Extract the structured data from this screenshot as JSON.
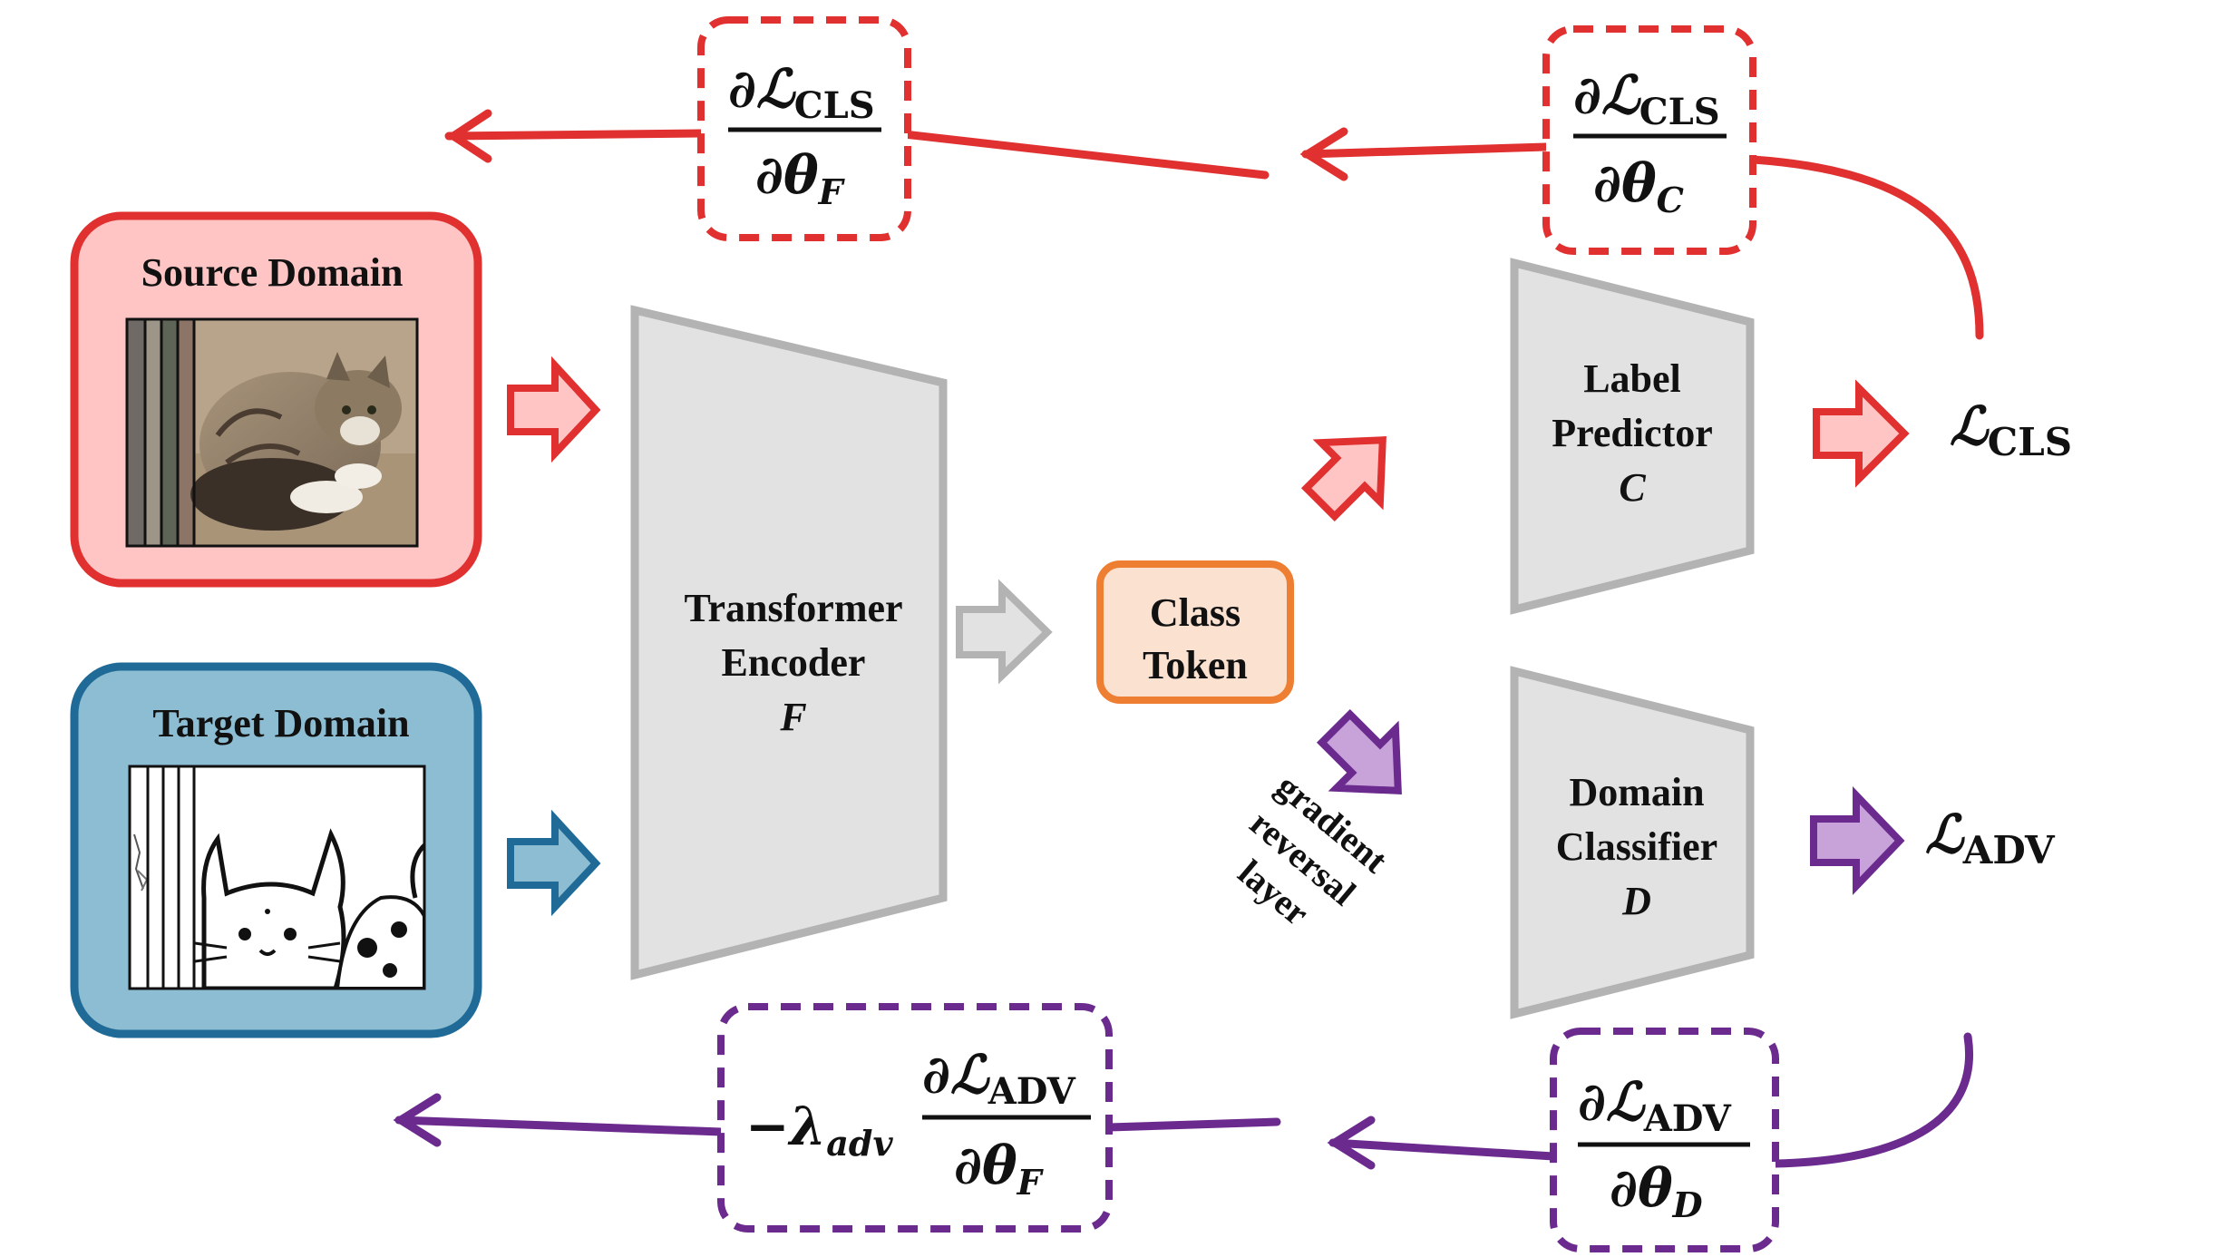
{
  "colors": {
    "source": "#E03030",
    "source_fill": "#FFC5C5",
    "target": "#1F6A96",
    "target_fill": "#8DBDD2",
    "adversarial": "#6B2A8E",
    "adv_arrow_fill": "#C8A3DA",
    "encoder_fill": "#E2E2E2",
    "encoder_stroke": "#B3B3B3",
    "token_stroke": "#EE7F32",
    "token_fill": "#FBE1D0"
  },
  "source_domain": {
    "title": "Source Domain",
    "image": "cat-photo"
  },
  "target_domain": {
    "title": "Target Domain",
    "image": "cat-sketch"
  },
  "encoder": {
    "line1": "Transformer",
    "line2": "Encoder",
    "symbol": "F"
  },
  "class_token": {
    "line1": "Class",
    "line2": "Token"
  },
  "label_predictor": {
    "line1": "Label",
    "line2": "Predictor",
    "symbol": "C"
  },
  "domain_classifier": {
    "line1": "Domain",
    "line2": "Classifier",
    "symbol": "D"
  },
  "grl": {
    "line1": "gradient",
    "line2": "reversal",
    "line3": "layer"
  },
  "losses": {
    "cls": {
      "symbol": "ℒ",
      "sub": "CLS"
    },
    "adv": {
      "symbol": "ℒ",
      "sub": "ADV"
    }
  },
  "gradients": {
    "cls_theta_f": {
      "num": "∂ℒ",
      "num_sub": "CLS",
      "den": "∂θ",
      "den_sub": "F"
    },
    "cls_theta_c": {
      "num": "∂ℒ",
      "num_sub": "CLS",
      "den": "∂θ",
      "den_sub": "C"
    },
    "adv_theta_d": {
      "num": "∂ℒ",
      "num_sub": "ADV",
      "den": "∂θ",
      "den_sub": "D"
    },
    "adv_theta_f": {
      "prefix": "−λ",
      "prefix_sub": "adv",
      "num": "∂ℒ",
      "num_sub": "ADV",
      "den": "∂θ",
      "den_sub": "F"
    }
  }
}
